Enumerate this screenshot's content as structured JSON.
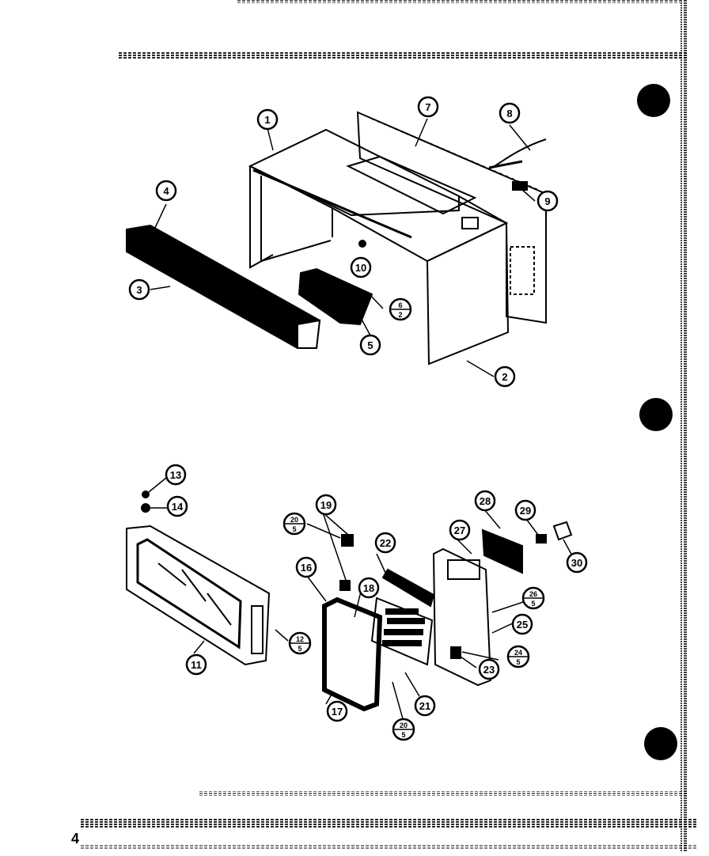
{
  "colors": {
    "ink": "#000000",
    "paper": "#ffffff"
  },
  "page_number": "4",
  "labels": {
    "p1": "1",
    "p2": "2",
    "p3": "3",
    "p4": "4",
    "p5": "5",
    "p7": "7",
    "p8": "8",
    "p9": "9",
    "p10": "10",
    "p11": "11",
    "p13": "13",
    "p14": "14",
    "p16": "16",
    "p17": "17",
    "p18": "18",
    "p19": "19",
    "p21": "21",
    "p22": "22",
    "p23": "23",
    "p25": "25",
    "p27": "27",
    "p28": "28",
    "p29": "29",
    "p30": "30"
  },
  "fractions": {
    "f6_2": {
      "num": "6",
      "den": "2"
    },
    "f20_5": {
      "num": "20",
      "den": "5"
    },
    "f12_5": {
      "num": "12",
      "den": "5"
    },
    "f26_5": {
      "num": "26",
      "den": "5"
    },
    "f24_5": {
      "num": "24",
      "den": "5"
    },
    "f20_5b": {
      "num": "20",
      "den": "5"
    }
  }
}
